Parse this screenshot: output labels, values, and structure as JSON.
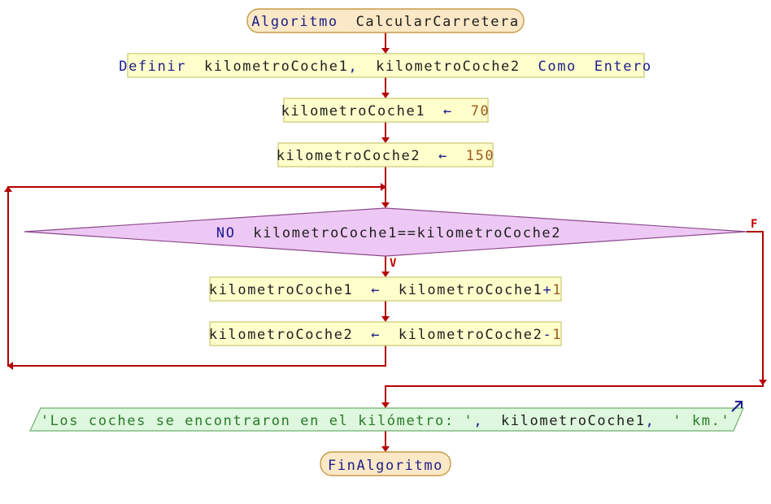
{
  "diagram": {
    "start": {
      "keyword": "Algoritmo",
      "name": "CalcularCarretera"
    },
    "define": {
      "kw1": "Definir",
      "vars": "kilometroCoche1",
      "sep": ",",
      "var2": "kilometroCoche2",
      "kw2": "Como",
      "kw3": "Entero"
    },
    "assign1": {
      "var": "kilometroCoche1",
      "op": "←",
      "value": "70"
    },
    "assign2": {
      "var": "kilometroCoche2",
      "op": "←",
      "value": "150"
    },
    "loop_condition": {
      "neg": "NO",
      "expr": "kilometroCoche1==kilometroCoche2"
    },
    "label_true": "V",
    "label_false": "F",
    "body1": {
      "var": "kilometroCoche1",
      "op": "←",
      "expr": "kilometroCoche1",
      "plus": "+",
      "num": "1"
    },
    "body2": {
      "var": "kilometroCoche2",
      "op": "←",
      "expr": "kilometroCoche2",
      "minus": "-",
      "num": "1"
    },
    "output": {
      "str1": "'Los coches se encontraron en el kilómetro: '",
      "sep1": ",",
      "var": "kilometroCoche1",
      "sep2": ",",
      "str2": "' km.'"
    },
    "end": {
      "keyword": "FinAlgoritmo"
    }
  }
}
